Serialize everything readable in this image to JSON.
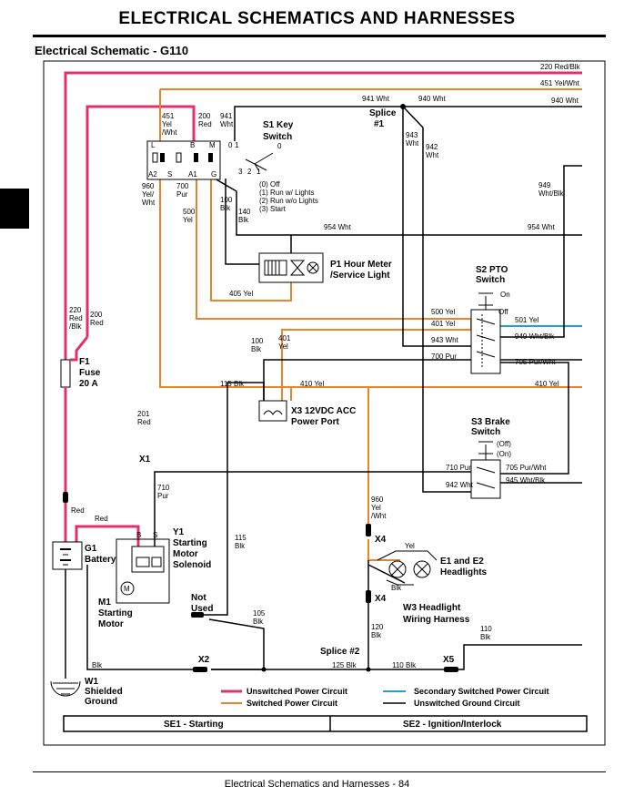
{
  "header": {
    "title": "ELECTRICAL   SCHEMATICS AND HARNESSES"
  },
  "subtitle": "Electrical Schematic - G110",
  "footer": "Electrical  Schematics and Harnesses  - 84",
  "colors": {
    "unswitched_power": "#e0306a",
    "switched_power": "#e8852a",
    "secondary_switched": "#1ea2d8",
    "ground": "#000000"
  },
  "components": {
    "s1": "S1 Key\nSwitch",
    "s1_states": "(0) Off\n(1) Run w/ Lights\n(2) Run w/o Lights\n(3) Start",
    "s1_terminals": {
      "L": "L",
      "B": "B",
      "M": "M",
      "A2": "A2",
      "S": "S",
      "A1": "A1",
      "G": "G"
    },
    "s1_positions": {
      "p0": "0",
      "p1": "1",
      "p3": "3",
      "p2": "2",
      "p1b": "1",
      "p0b": "0"
    },
    "splice1": "Splice\n#1",
    "p1": "P1 Hour Meter\n/Service Light",
    "s2": "S2 PTO\nSwitch",
    "s2_on": "On",
    "s2_off": "Off",
    "f1": "F1\nFuse\n20 A",
    "x3": "X3 12VDC ACC\nPower Port",
    "s3": "S3 Brake\nSwitch",
    "s3_off": "(Off)",
    "s3_on": "(On)",
    "x1": "X1",
    "g1": "G1\nBattery",
    "y1": "Y1\nStarting\nMotor\nSolenoid",
    "y1_b": "B",
    "y1_s": "S",
    "m1": "M1\nStarting\nMotor",
    "m1_sym": "M",
    "not_used": "Not\nUsed",
    "x4a": "X4",
    "x4b": "X4",
    "e1e2": "E1 and E2\nHeadlights",
    "w3": "W3 Headlight\nWiring Harness",
    "splice2": "Splice #2",
    "x2": "X2",
    "x5": "X5",
    "w1": "W1\nShielded\nGround"
  },
  "wire_labels": {
    "w220_top": "220 Red/Blk",
    "w451_top": "451 Yel/Wht",
    "w941_top": "941 Wht",
    "w940_top": "940 Wht",
    "w940_r": "940 Wht",
    "w451_s": "451\nYel\n/Wht",
    "w200_s": "200\nRed",
    "w941_s": "941\nWht",
    "w943_v": "943\nWht",
    "w942_v": "942\nWht",
    "w960_s": "960\nYel/\nWht",
    "w700_s": "700\nPur",
    "w500_s": "500\nYel",
    "w100_s": "100\nBlk",
    "w140_s": "140\nBlk",
    "w949_v": "949\nWht/Blk",
    "w954_l": "954 Wht",
    "w954_r": "954 Wht",
    "w405": "405 Yel",
    "w220_v": "220\nRed\n/Blk",
    "w200_v": "200\nRed",
    "w500_r": "500 Yel",
    "w401_r": "401 Yel",
    "w943_r": "943 Wht",
    "w700_r": "700 Pur",
    "w501": "501 Yel",
    "w949_r": "949 Wht/Blk",
    "w705_r": "705 Pur/Wht",
    "w100_v": "100\nBlk",
    "w401_v": "401\nYel",
    "w115_t": "115 Blk",
    "w410_l": "410 Yel",
    "w410_r": "410 Yel",
    "w201": "201\nRed",
    "w710_v": "710\nPur",
    "w710_r": "710 Pur",
    "w705_b": "705 Pur/Wht",
    "w942_b": "942 Wht",
    "w945": "945 Wht/Blk",
    "w960_v": "960\nYel\n/Wht",
    "w115_v": "115\nBlk",
    "red_bat": "Red",
    "red_g1": "Red",
    "yel_hl": "Yel",
    "blk_hl": "Blk",
    "w105": "105\nBlk",
    "w120": "120\nBlk",
    "w110": "110\nBlk",
    "w125": "125 Blk",
    "w110b": "110 Blk",
    "blk_gnd": "Blk"
  },
  "legend": [
    {
      "label": "Unswitched Power Circuit",
      "color": "#e0306a"
    },
    {
      "label": "Switched Power Circuit",
      "color": "#e8852a"
    },
    {
      "label": "Secondary Switched Power Circuit",
      "color": "#1ea2d8"
    },
    {
      "label": "Unswitched Ground Circuit",
      "color": "#000000"
    }
  ],
  "sections": {
    "se1": "SE1 - Starting",
    "se2": "SE2 - Ignition/Interlock"
  }
}
